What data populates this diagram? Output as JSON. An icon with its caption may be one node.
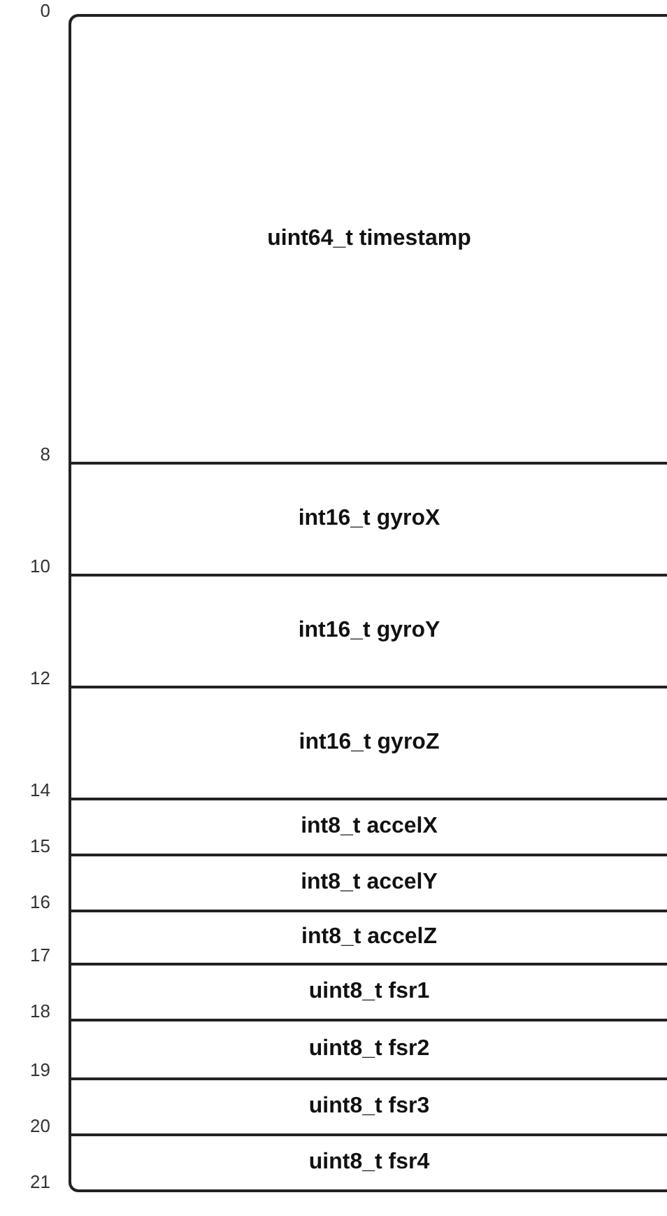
{
  "diagram": {
    "nodes": [
      {
        "text": [
          "uint64_t timestamp"
        ]
      },
      {
        "text": [
          "int16_t gyroX"
        ]
      },
      {
        "text": [
          "int16_t gyroY"
        ]
      },
      {
        "text": [
          "int16_t gyroZ"
        ]
      },
      {
        "text": [
          "int8_t accelX"
        ]
      },
      {
        "text": [
          "int8_t accelY"
        ]
      },
      {
        "text": [
          "int8_t accelZ"
        ]
      },
      {
        "text": [
          "uint8_t fsr1"
        ]
      },
      {
        "text": [
          "uint8_t fsr2"
        ]
      },
      {
        "text": [
          "uint8_t fsr3"
        ]
      },
      {
        "text": [
          "uint8_t fsr4"
        ]
      }
    ],
    "labels": [
      "0",
      "8",
      "10",
      "12",
      "14",
      "15",
      "16",
      "17",
      "18",
      "19",
      "20",
      "21"
    ]
  }
}
